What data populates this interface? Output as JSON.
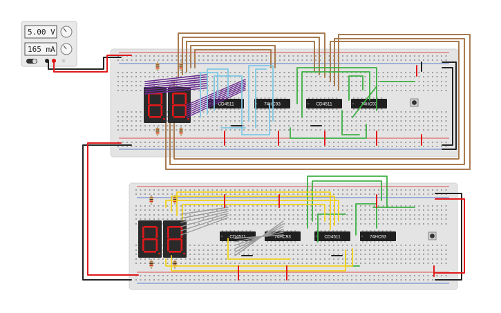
{
  "power_supply": {
    "voltage_display": "5.00 V",
    "current_display": "165 mA",
    "knob_icons": [
      "voltage-knob-icon",
      "current-knob-icon"
    ]
  },
  "top_board": {
    "display_digits": [
      "8",
      "8"
    ],
    "chips": [
      {
        "label": "CD4511"
      },
      {
        "label": "74HC93"
      },
      {
        "label": "CD4511"
      },
      {
        "label": "74HC93"
      }
    ],
    "button_icon": "pushbutton-icon"
  },
  "bottom_board": {
    "display_digits": [
      "8",
      "8"
    ],
    "chips": [
      {
        "label": "CD4511"
      },
      {
        "label": "74HC93"
      },
      {
        "label": "CD4511"
      },
      {
        "label": "74HC93"
      }
    ],
    "button_icon": "pushbutton-icon"
  },
  "colors": {
    "breadboard": "#e6e6e6",
    "rail_red": "#e0191b",
    "rail_blue": "#2b59c3",
    "wire_brown": "#a87b4f",
    "wire_green": "#3cb043",
    "wire_cyan": "#7ec8e3",
    "wire_purple": "#6a2c91",
    "wire_yellow": "#f2d21b",
    "wire_gray": "#9a9a9a",
    "wire_black": "#222222",
    "segment_on": "#e0191b",
    "chip_body": "#1f1f1f"
  }
}
